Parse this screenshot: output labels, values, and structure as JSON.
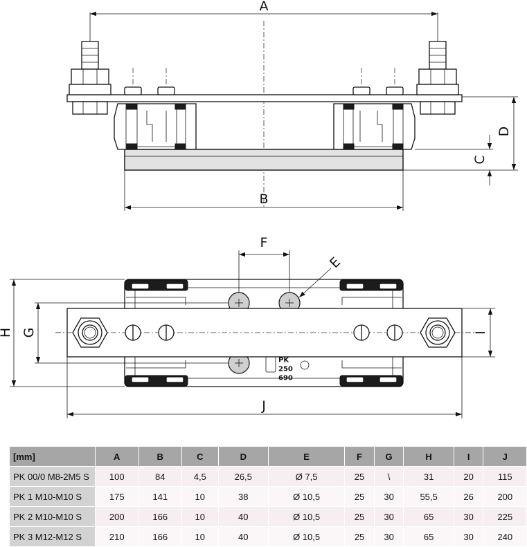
{
  "dimensions": {
    "A": "A",
    "B": "B",
    "C": "C",
    "D": "D",
    "E": "E",
    "F": "F",
    "G": "G",
    "H": "H",
    "I": "I",
    "J": "J"
  },
  "marking": [
    "PK",
    "250",
    "690"
  ],
  "table": {
    "unit_header": "[mm]",
    "columns": [
      "A",
      "B",
      "C",
      "D",
      "E",
      "F",
      "G",
      "H",
      "I",
      "J"
    ],
    "rows": [
      {
        "name": "PK 00/0 M8-2M5 S",
        "values": [
          "100",
          "84",
          "4,5",
          "26,5",
          "Ø 7,5",
          "25",
          "\\",
          "31",
          "20",
          "115"
        ]
      },
      {
        "name": "PK 1 M10-M10 S",
        "values": [
          "175",
          "141",
          "10",
          "38",
          "Ø 10,5",
          "25",
          "30",
          "55,5",
          "26",
          "200"
        ]
      },
      {
        "name": "PK 2 M10-M10 S",
        "values": [
          "200",
          "166",
          "10",
          "40",
          "Ø 10,5",
          "25",
          "30",
          "65",
          "30",
          "225"
        ]
      },
      {
        "name": "PK 3 M12-M12 S",
        "values": [
          "210",
          "166",
          "10",
          "40",
          "Ø 10,5",
          "25",
          "30",
          "65",
          "30",
          "240"
        ]
      }
    ]
  }
}
